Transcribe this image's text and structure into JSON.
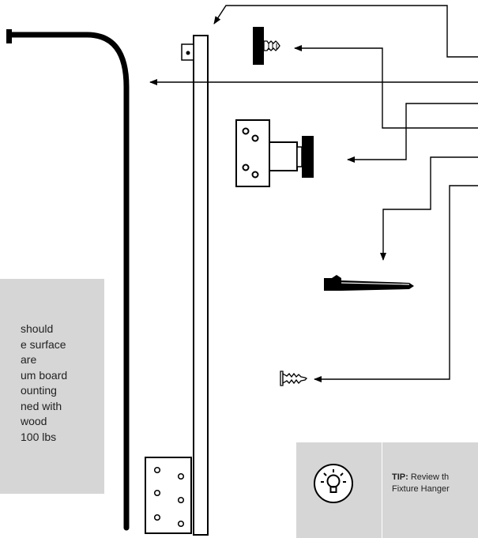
{
  "note": {
    "lines": [
      "should",
      "e surface",
      "are",
      "um board",
      "ounting",
      "ned with",
      "wood",
      "100 lbs"
    ]
  },
  "tip": {
    "label": "TIP:",
    "line1": "Review th",
    "line2": "Fixture Hanger",
    "icon": "lightbulb-icon"
  },
  "colors": {
    "box_background": "#d6d6d6",
    "ink": "#000000"
  }
}
